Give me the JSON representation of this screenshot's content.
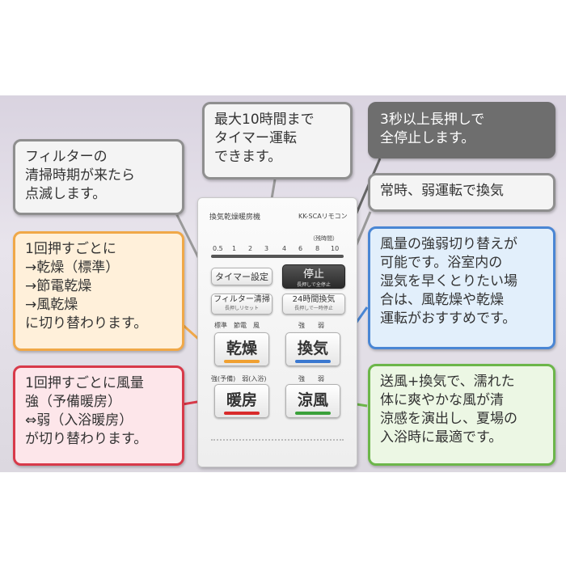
{
  "remote": {
    "title": "換気乾燥暖房機",
    "model": "KK-SCAリモコン",
    "timer_unit": "（残時間）",
    "timer_ticks": [
      "0.5",
      "1",
      "2",
      "3",
      "4",
      "6",
      "8",
      "10"
    ],
    "timer_button": "タイマー設定",
    "stop_button": "停止",
    "stop_sub": "長押しで全停止",
    "filter_button": "フィルター清掃",
    "filter_sub": "長押しリセット",
    "vent24_button": "24時間換気",
    "vent24_sub": "長押しで一時停止",
    "dry_labels": "標準　節電　風",
    "vent_labels": "強　　弱",
    "heat_labels": "強(予備)　弱(入浴)",
    "cool_labels": "強　　弱",
    "dry_button": "乾燥",
    "vent_button": "換気",
    "heat_button": "暖房",
    "cool_button": "涼風"
  },
  "callouts": {
    "timer": [
      "最大10時間まで",
      "タイマー運転",
      "できます。"
    ],
    "stop": [
      "3秒以上長押しで",
      "全停止します。"
    ],
    "filter": [
      "フィルターの",
      "清掃時期が来たら",
      "点滅します。"
    ],
    "vent24": [
      "常時、弱運転で換気"
    ],
    "dry": [
      "1回押すごとに",
      "→乾燥（標準）",
      "→節電乾燥",
      "→風乾燥",
      "に切り替わります。"
    ],
    "vent": [
      "風量の強弱切り替えが",
      "可能です。浴室内の",
      "湿気を早くとりたい場",
      "合は、風乾燥や乾燥",
      "運転がおすすめです。"
    ],
    "heat": [
      "1回押すごとに風量",
      "強（予備暖房）",
      "⇔弱（入浴暖房）",
      "が切り替わります。"
    ],
    "cool": [
      "送風+換気で、濡れた",
      "体に爽やかな風が清",
      "涼感を演出し、夏場の",
      "入浴時に最適です。"
    ]
  },
  "colors": {
    "dry_stripe": "#f0a030",
    "vent_stripe": "#3a78d0",
    "heat_stripe": "#d82a2a",
    "cool_stripe": "#3aa03a"
  }
}
